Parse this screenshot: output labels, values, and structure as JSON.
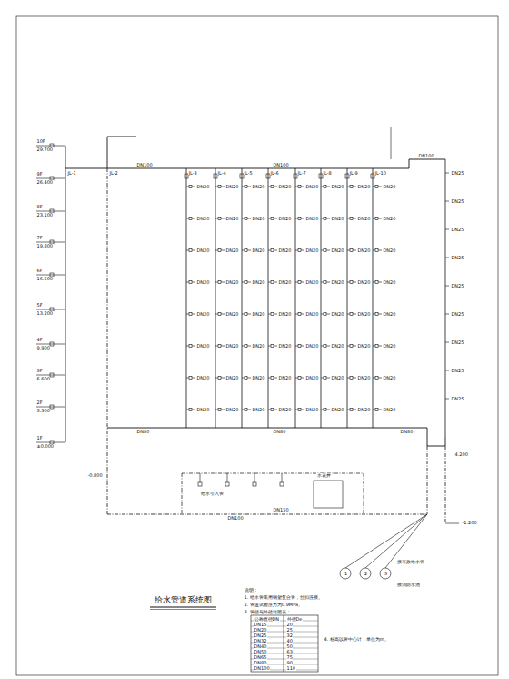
{
  "diagram": {
    "title": "给水管道系统图",
    "labels": [
      "10F",
      "9F",
      "8F",
      "7F",
      "6F",
      "5F",
      "4F",
      "3F",
      "2F",
      "1F",
      "29.700",
      "26.400",
      "23.100",
      "19.800",
      "16.500",
      "13.200",
      "9.900",
      "6.600",
      "3.300",
      "±0.000",
      "JL-1",
      "JL-2",
      "JL-3",
      "JL-4",
      "JL-5",
      "JL-6",
      "JL-7",
      "JL-8",
      "JL-9",
      "JL-10",
      "DN20",
      "DN20",
      "DN20",
      "DN20",
      "DN20",
      "DN20",
      "DN20",
      "DN20",
      "DN20",
      "DN20",
      "DN20",
      "DN20",
      "DN20",
      "DN20",
      "DN20",
      "DN20",
      "DN20",
      "DN20",
      "DN20",
      "DN20",
      "DN20",
      "DN20",
      "DN20",
      "DN20",
      "DN20",
      "DN20",
      "DN20",
      "DN20",
      "DN20",
      "DN20",
      "DN20",
      "DN20",
      "DN20",
      "DN20",
      "DN20",
      "DN20",
      "DN20",
      "DN20",
      "DN20",
      "DN20",
      "DN20",
      "DN20",
      "DN20",
      "DN20",
      "DN20",
      "DN20",
      "DN20",
      "DN20",
      "DN20",
      "DN20",
      "DN20",
      "DN20",
      "DN20",
      "DN20",
      "DN20",
      "DN20",
      "DN20",
      "DN20",
      "DN20",
      "DN20",
      "DN20",
      "DN20",
      "DN20",
      "DN20",
      "DN25",
      "DN25",
      "DN25",
      "DN25",
      "DN25",
      "DN25",
      "DN25",
      "DN25",
      "DN25",
      "DN100",
      "DN100",
      "DN100",
      "DN80",
      "DN80",
      "DN80",
      "DN100",
      "-0.800",
      "4.200",
      "-1.200",
      "给水引入管",
      "水表井",
      "DN150",
      "1",
      "2",
      "3",
      "接市政给水管",
      "接消防水池",
      "说明：",
      "1. 给水管采用钢塑复合管，丝扣连接。",
      "2. 管道试验压力为0.9MPa。",
      "3. 管径与外径对照表：",
      "公称直径DN",
      "外径De",
      "DN15",
      "20",
      "DN20",
      "25",
      "DN25",
      "32",
      "DN32",
      "40",
      "DN40",
      "50",
      "DN50",
      "63",
      "DN65",
      "75",
      "DN80",
      "90",
      "DN100",
      "110",
      "4. 标高以管中心计，单位为m。"
    ]
  }
}
